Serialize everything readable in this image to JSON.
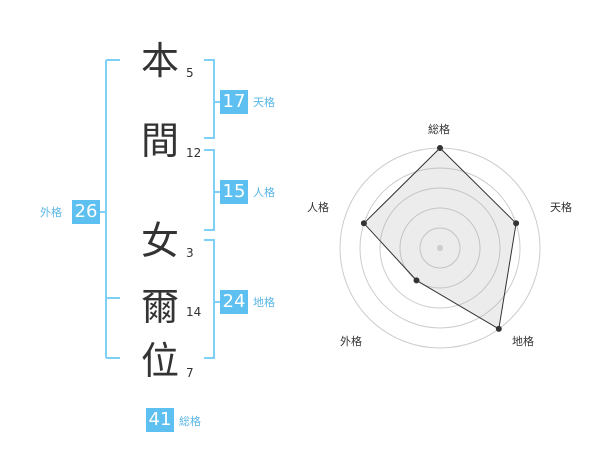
{
  "colors": {
    "accent": "#5dc0f0",
    "accent_text": "#59b6e6",
    "bracket": "#7fd0f7",
    "text": "#333333"
  },
  "name": {
    "characters": [
      {
        "char": "本",
        "strokes": "5"
      },
      {
        "char": "間",
        "strokes": "12"
      },
      {
        "char": "女",
        "strokes": "3"
      },
      {
        "char": "爾",
        "strokes": "14"
      },
      {
        "char": "位",
        "strokes": "7"
      }
    ]
  },
  "fortunes": {
    "tenkaku": {
      "value": "17",
      "label": "天格"
    },
    "jinkaku": {
      "value": "15",
      "label": "人格"
    },
    "chikaku": {
      "value": "24",
      "label": "地格"
    },
    "gaikaku": {
      "value": "26",
      "label": "外格"
    },
    "soukaku": {
      "value": "41",
      "label": "総格"
    }
  },
  "radar": {
    "axes": [
      "総格",
      "天格",
      "地格",
      "外格",
      "人格"
    ],
    "levels": 5,
    "values": [
      1.0,
      0.8,
      1.0,
      0.4,
      0.8
    ]
  }
}
